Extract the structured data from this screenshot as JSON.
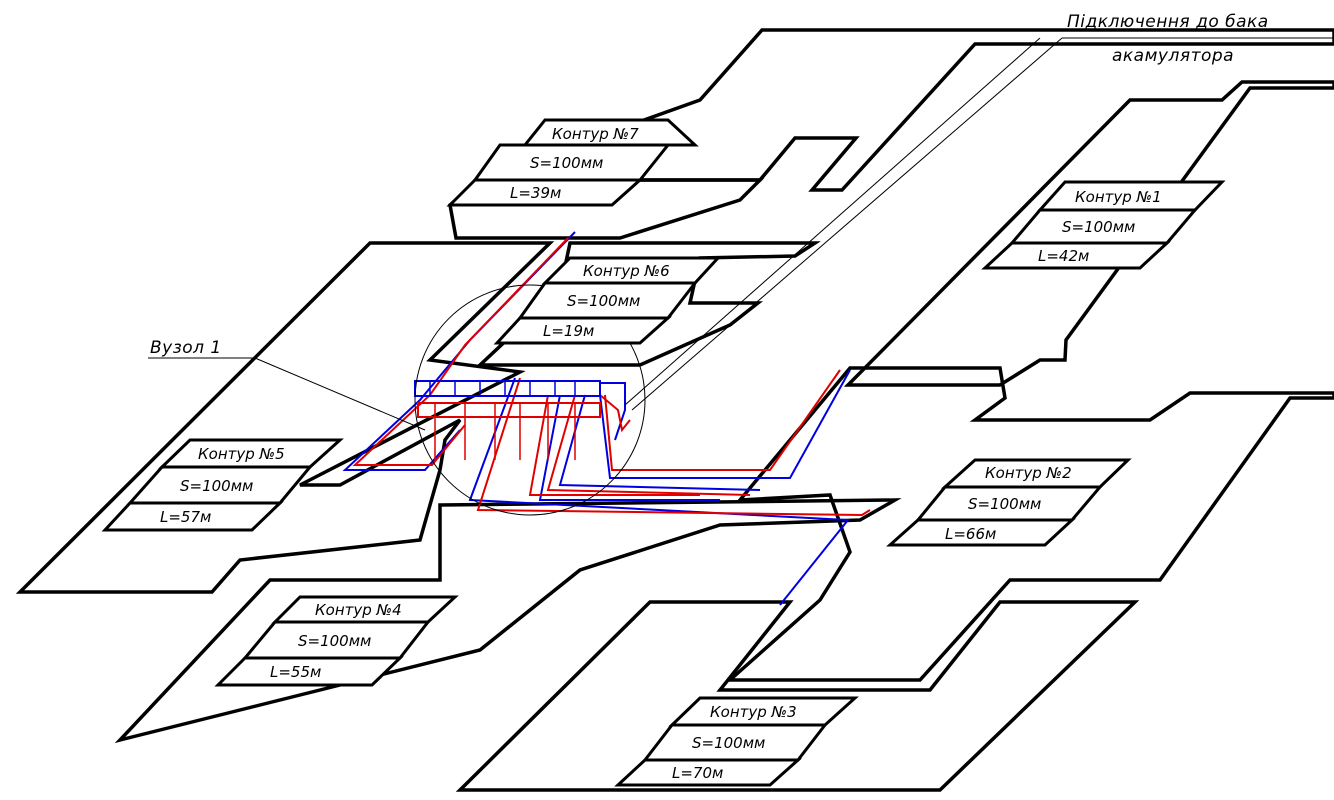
{
  "title": {
    "line1": "Підключення до бака",
    "line2": "акамулятора"
  },
  "node_label": "Вузол 1",
  "circuits": [
    {
      "name": "Контур №7",
      "spacing": "S=100мм",
      "length": "L=39м"
    },
    {
      "name": "Контур №6",
      "spacing": "S=100мм",
      "length": "L=19м"
    },
    {
      "name": "Контур №1",
      "spacing": "S=100мм",
      "length": "L=42м"
    },
    {
      "name": "Контур №5",
      "spacing": "S=100мм",
      "length": "L=57м"
    },
    {
      "name": "Контур №2",
      "spacing": "S=100мм",
      "length": "L=66м"
    },
    {
      "name": "Контур №4",
      "spacing": "S=100мм",
      "length": "L=55м"
    },
    {
      "name": "Контур №3",
      "spacing": "S=100мм",
      "length": "L=70м"
    }
  ],
  "colors": {
    "supply_pipe": "#e00000",
    "return_pipe": "#0000e0",
    "outline": "#000000"
  }
}
